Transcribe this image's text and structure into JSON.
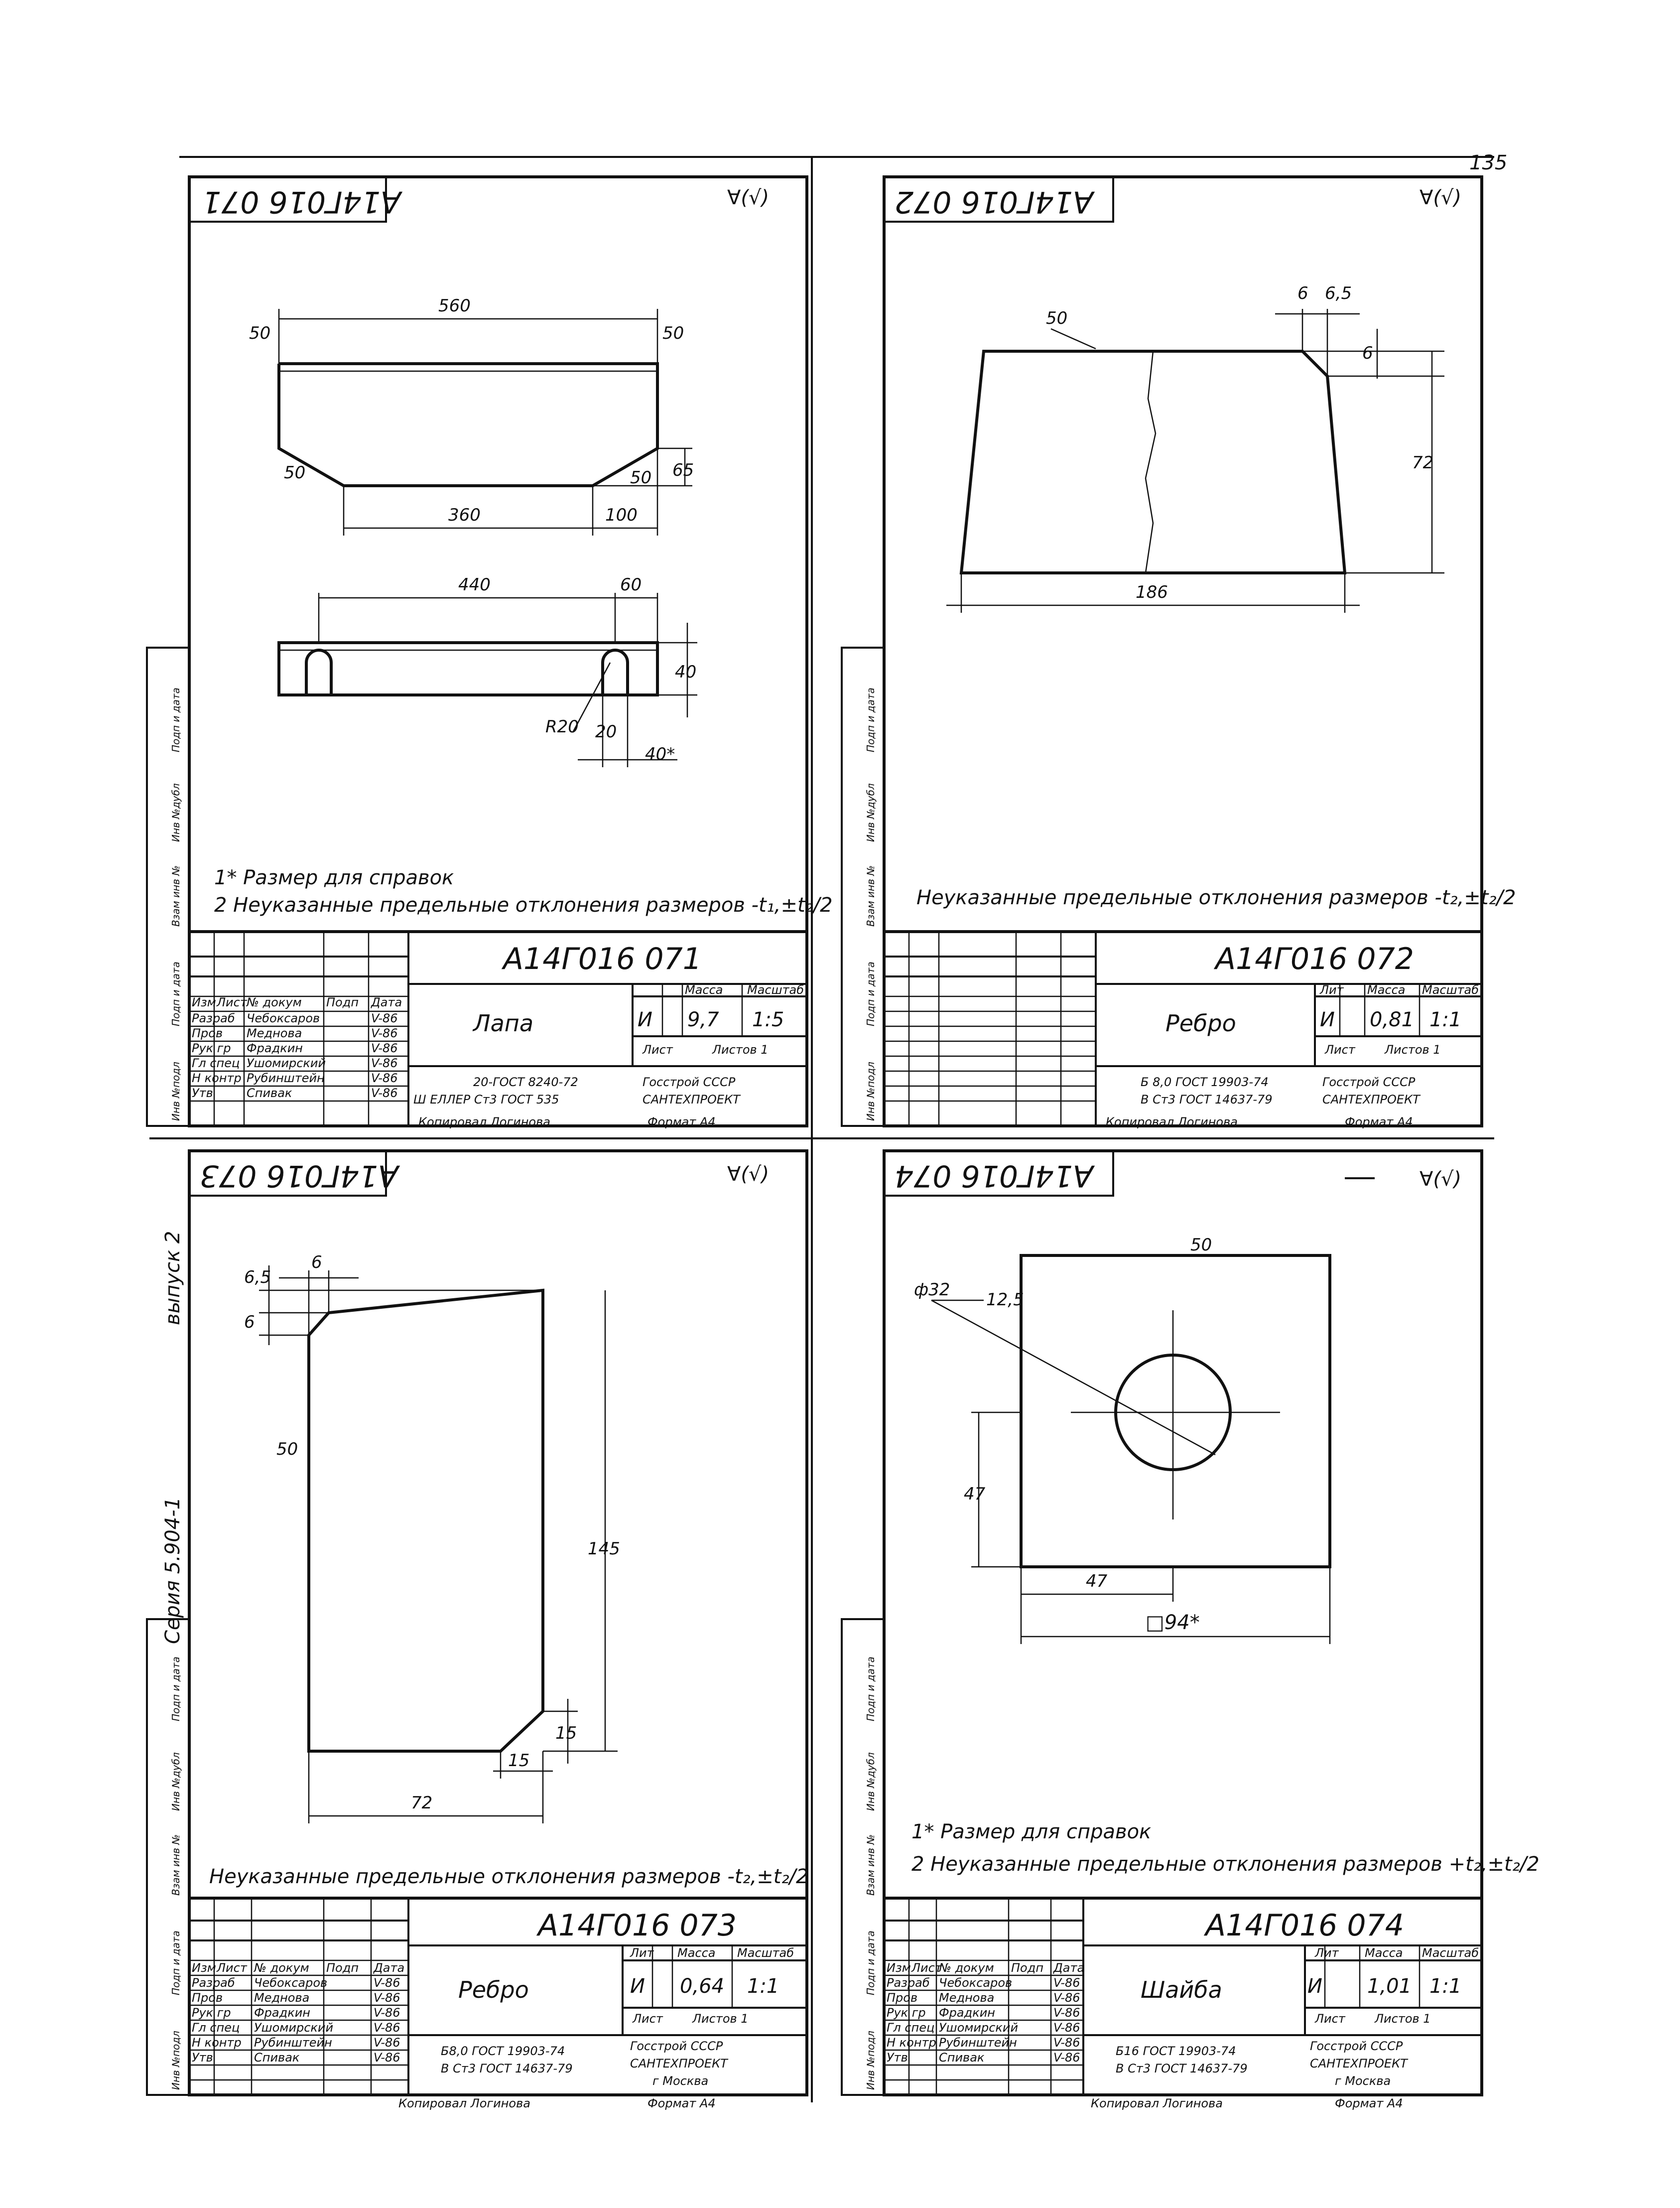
{
  "page_number": "135",
  "series": "Серия 5.904-1",
  "issue": "выпуск 2",
  "side_labels": [
    "Инв №подл",
    "Подп и дата",
    "Взам инв №",
    "Инв №дубл",
    "Подп и дата"
  ],
  "surface_mark": "∀(√)",
  "sheets": [
    {
      "code": "А14Г016 071",
      "code_mirror": "А14Г016 071",
      "name": "Лапа",
      "lit": "И",
      "mass": "9,7",
      "scale": "1:5",
      "sheet": "Лист",
      "sheets_total": "Листов 1",
      "material_top": "20-ГОСТ 8240-72",
      "material_bottom": "Ш ЕЛЛЕР Ст3 ГОСТ 535",
      "org_1": "Госстрой СССР",
      "org_2": "САНТЕХПРОЕКТ",
      "notes": [
        "1* Размер для справок",
        "2 Неуказанные предельные отклонения размеров -t₁,±t₂/2"
      ],
      "dims": [
        "560",
        "50",
        "50",
        "50",
        "50",
        "65",
        "360",
        "100",
        "440",
        "60",
        "40",
        "R20",
        "40*",
        "20"
      ],
      "roles": [
        "Изм",
        "Лист",
        "№ докум",
        "Подп",
        "Дата",
        "Разраб",
        "Пров",
        "Рук гр",
        "Гл спец",
        "Н контр",
        "Утв"
      ],
      "people": [
        "Чебоксаров",
        "Меднова",
        "Фрадкин",
        "Ушомирский",
        "Рубинштейн",
        "Спивак"
      ],
      "dates": [
        "V-86",
        "V-86",
        "V-86",
        "V-86",
        "V-86",
        "V-86"
      ]
    },
    {
      "code": "А14Г016 072",
      "code_mirror": "А14Г016 072",
      "name": "Ребро",
      "lit": "И",
      "mass": "0,81",
      "scale": "1:1",
      "sheet": "Лист",
      "sheets_total": "Листов 1",
      "material_top": "Б 8,0 ГОСТ 19903-74",
      "material_bottom": "В Ст3 ГОСТ 14637-79",
      "org_1": "Госстрой СССР",
      "org_2": "САНТЕХПРОЕКТ",
      "notes": [
        "Неуказанные предельные отклонения размеров -t₂,±t₂/2"
      ],
      "dims": [
        "6",
        "6,5",
        "50",
        "6",
        "72",
        "186"
      ]
    },
    {
      "code": "А14Г016 073",
      "code_mirror": "А14Г016 073",
      "name": "Ребро",
      "lit": "И",
      "mass": "0,64",
      "scale": "1:1",
      "sheet": "Лист",
      "sheets_total": "Листов 1",
      "material_top": "Б8,0 ГОСТ 19903-74",
      "material_bottom": "В Ст3 ГОСТ 14637-79",
      "org_1": "Госстрой СССР",
      "org_2": "САНТЕХПРОЕКТ",
      "org_3": "г Москва",
      "notes": [
        "Неуказанные предельные отклонения размеров -t₂,±t₂/2"
      ],
      "dims": [
        "6",
        "6,5",
        "6",
        "50",
        "145",
        "15",
        "15",
        "72"
      ],
      "roles": [
        "Изм",
        "Лист",
        "№ докум",
        "Подп",
        "Дата",
        "Разраб",
        "Пров",
        "Рук гр",
        "Гл спец",
        "Н контр",
        "Утв"
      ],
      "people": [
        "Чебоксаров",
        "Меднова",
        "Фрадкин",
        "Ушомирский",
        "Рубинштейн",
        "Спивак"
      ],
      "dates": [
        "V-86",
        "V-86",
        "V-86",
        "V-86",
        "V-86",
        "V-86"
      ]
    },
    {
      "code": "А14Г016 074",
      "code_mirror": "А14Г016 074",
      "name": "Шайба",
      "lit": "И",
      "mass": "1,01",
      "scale": "1:1",
      "sheet": "Лист",
      "sheets_total": "Листов 1",
      "material_top": "Б16 ГОСТ 19903-74",
      "material_bottom": "В Ст3 ГОСТ 14637-79",
      "org_1": "Госстрой СССР",
      "org_2": "САНТЕХПРОЕКТ",
      "org_3": "г Москва",
      "notes": [
        "1* Размер для справок",
        "2 Неуказанные предельные отклонения размеров +t₂,±t₂/2"
      ],
      "dims": [
        "50",
        "ф32",
        "12,5",
        "47",
        "47",
        "□94*"
      ],
      "roles": [
        "Изм",
        "Лист",
        "№ докум",
        "Подп",
        "Дата",
        "Разраб",
        "Пров",
        "Рук гр",
        "Гл спец",
        "Н контр",
        "Утв"
      ],
      "people": [
        "Чебоксаров",
        "Меднова",
        "Фрадкин",
        "Ушомирский",
        "Рубинштейн",
        "Спивак"
      ],
      "dates": [
        "V-86",
        "V-86",
        "V-86",
        "V-86",
        "V-86",
        "V-86"
      ]
    }
  ],
  "tb_labels": {
    "lit": "Лит",
    "mass": "Масса",
    "scale": "Масштаб"
  },
  "copied_by": "Копировал Логинова",
  "format": "Формат А4"
}
